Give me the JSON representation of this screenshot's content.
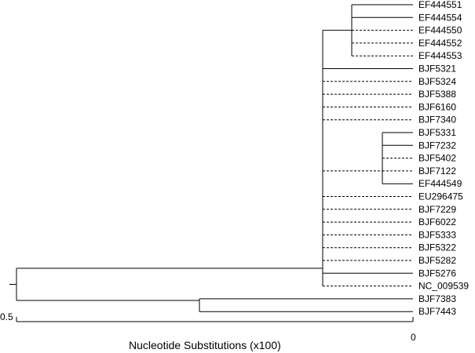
{
  "figure": {
    "xlabel": "Nucleotide Substitutions (x100)",
    "scale": {
      "left_label": "0.5",
      "right_label": "0"
    }
  },
  "leaves": [
    "EF444551",
    "EF444554",
    "EF444550",
    "EF444552",
    "EF444553",
    "BJF5321",
    "BJF5324",
    "BJF5388",
    "BJF6160",
    "BJF7340",
    "BJF5331",
    "BJF7232",
    "BJF5402",
    "BJF7122",
    "EF444549",
    "EU296475",
    "BJF7229",
    "BJF6022",
    "BJF5333",
    "BJF5322",
    "BJF5282",
    "BJF5276",
    "NC_009539",
    "BJF7383",
    "BJF7443"
  ]
}
